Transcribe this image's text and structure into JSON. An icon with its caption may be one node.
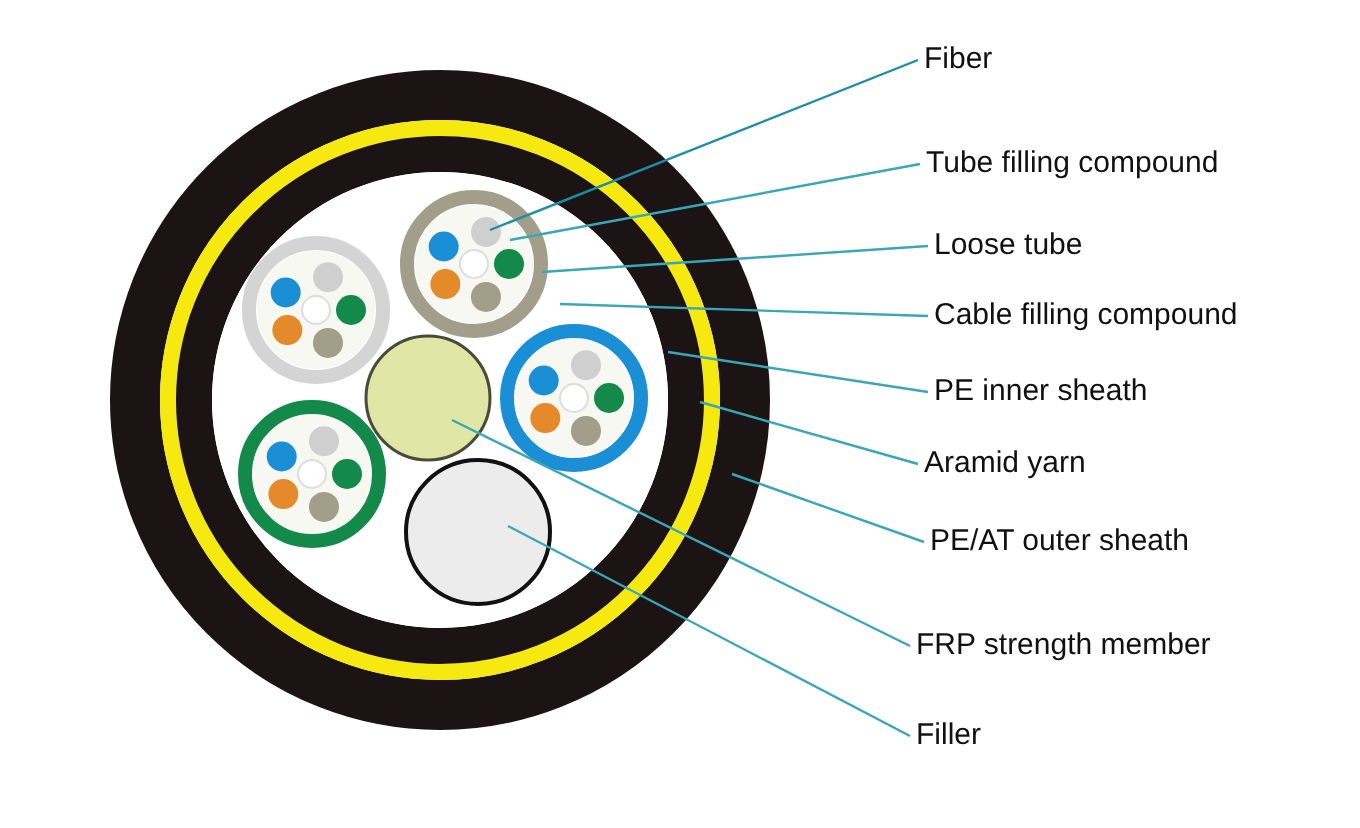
{
  "diagram": {
    "nodes": [
      {
        "text": [
          "Fiber"
        ]
      },
      {
        "text": [
          "Tube filling compound"
        ]
      },
      {
        "text": [
          "Loose tube"
        ]
      },
      {
        "text": [
          "Cable filling compound"
        ]
      },
      {
        "text": [
          "PE inner sheath"
        ]
      },
      {
        "text": [
          "Aramid yarn"
        ]
      },
      {
        "text": [
          "PE/AT outer sheath"
        ]
      },
      {
        "text": [
          "FRP strength member"
        ]
      },
      {
        "text": [
          "Filler"
        ]
      },
      {
        "text": [],
        "shape": "circle",
        "in": 10
      },
      {
        "text": [],
        "shape": "circle",
        "in": 11
      },
      {
        "text": [],
        "shape": "circle",
        "in": 12
      },
      {
        "text": [],
        "shape": "circle",
        "in": 13
      },
      {
        "text": [],
        "shape": "circle",
        "in": 14
      },
      {
        "text": [],
        "shape": "circle",
        "in": 15
      },
      {
        "text": [],
        "shape": "circle"
      },
      {
        "text": [],
        "shape": "circle",
        "in": 12
      },
      {
        "text": [],
        "shape": "circle",
        "in": 12
      },
      {
        "text": [],
        "shape": "circle",
        "in": 12
      },
      {
        "text": [],
        "shape": "circle",
        "in": 12
      },
      {
        "text": [],
        "shape": "circle",
        "in": 12
      }
    ],
    "edges": [
      {
        "from": 0,
        "to": 9,
        "arrow": "none",
        "color": "#1b8fa8"
      },
      {
        "from": 1,
        "to": 10,
        "arrow": "none"
      },
      {
        "from": 2,
        "to": 11,
        "arrow": "none"
      },
      {
        "from": 3,
        "to": 12,
        "arrow": "none"
      },
      {
        "from": 4,
        "to": 13,
        "arrow": "none"
      },
      {
        "from": 5,
        "to": 14,
        "arrow": "none"
      },
      {
        "from": 6,
        "to": 15,
        "arrow": "none"
      },
      {
        "from": 7,
        "to": 16,
        "arrow": "none"
      },
      {
        "from": 8,
        "to": 17,
        "arrow": "none"
      }
    ]
  }
}
